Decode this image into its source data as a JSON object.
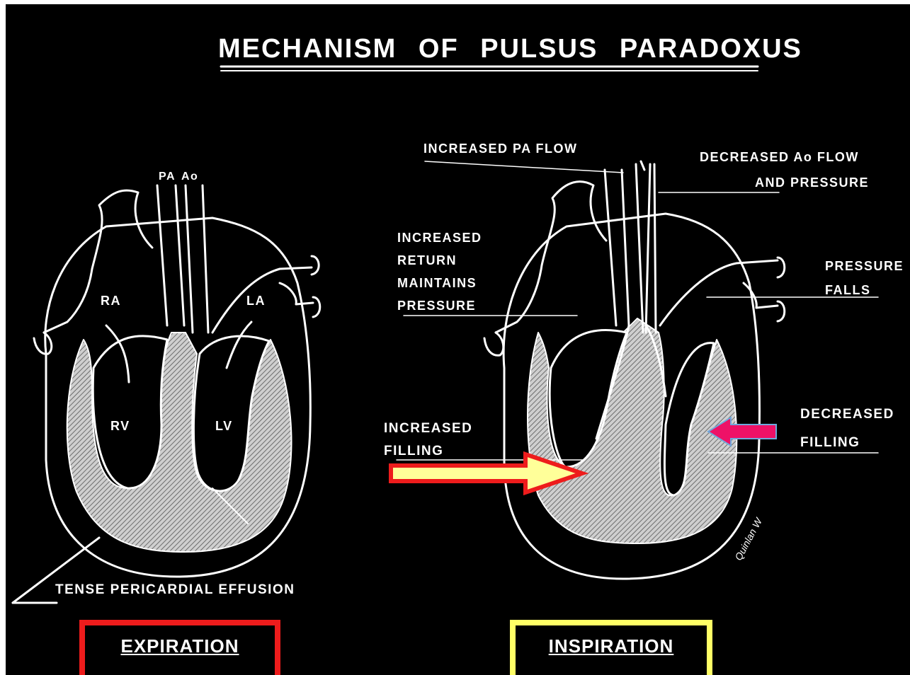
{
  "title": "MECHANISM OF PULSUS PARADOXUS",
  "expiration_panel": {
    "labels": {
      "pa": "PA",
      "ao": "Ao",
      "ra": "RA",
      "la": "LA",
      "rv": "RV",
      "lv": "LV",
      "effusion": "TENSE PERICARDIAL EFFUSION"
    },
    "caption": "EXPIRATION",
    "caption_border_color": "#ee1c1c"
  },
  "inspiration_panel": {
    "labels": {
      "pa_flow": "INCREASED PA FLOW",
      "ao_flow_line1": "DECREASED Ao FLOW",
      "ao_flow_line2": "AND PRESSURE",
      "return_line1": "INCREASED",
      "return_line2": "RETURN",
      "return_line3": "MAINTAINS",
      "return_line4": "PRESSURE",
      "pressure_line1": "PRESSURE",
      "pressure_line2": "FALLS",
      "inc_fill_line1": "INCREASED",
      "inc_fill_line2": "FILLING",
      "dec_fill_line1": "DECREASED",
      "dec_fill_line2": "FILLING"
    },
    "caption": "INSPIRATION",
    "caption_border_color": "#ffff66",
    "signature": "Quinlan W"
  },
  "arrows": {
    "increased_filling_fill": "#ffff99",
    "increased_filling_stroke": "#ee1c1c",
    "decreased_filling_fill": "#ee1167",
    "decreased_filling_stroke": "#6fa8dc"
  }
}
